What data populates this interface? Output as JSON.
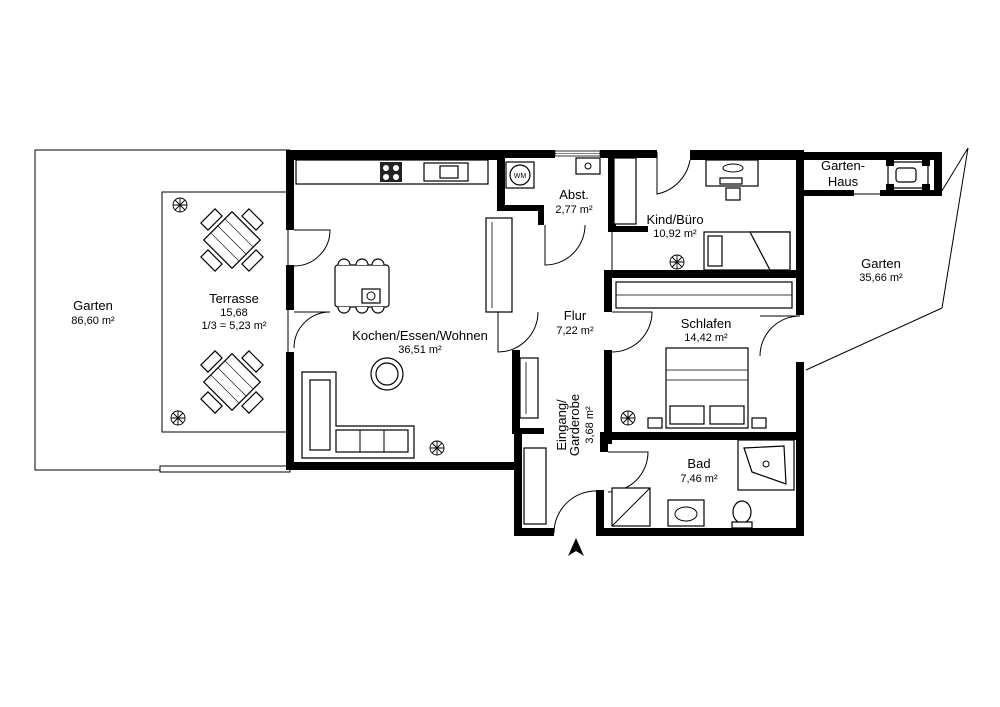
{
  "rooms": {
    "garten_links": {
      "name": "Garten",
      "area": "86,60 m²"
    },
    "terrasse": {
      "name": "Terrasse",
      "area": "15,68",
      "area_share": "1/3 = 5,23 m²"
    },
    "kochen": {
      "name": "Kochen/Essen/Wohnen",
      "area": "36,51 m²"
    },
    "abst": {
      "name": "Abst.",
      "area": "2,77 m²"
    },
    "flur": {
      "name": "Flur",
      "area": "7,22 m²"
    },
    "eingang": {
      "name_line1": "Eingang/",
      "name_line2": "Garderobe",
      "area": "3,68 m²"
    },
    "kind": {
      "name": "Kind/Büro",
      "area": "10,92 m²"
    },
    "schlafen": {
      "name": "Schlafen",
      "area": "14,42 m²"
    },
    "bad": {
      "name": "Bad",
      "area": "7,46 m²"
    },
    "gartenhaus": {
      "name_line1": "Garten-",
      "name_line2": "Haus"
    },
    "garten_rechts": {
      "name": "Garten",
      "area": "35,66 m²"
    }
  },
  "fixtures": {
    "washing_machine": "WM"
  },
  "icons": [
    "plant-icon",
    "north-arrow-icon",
    "sink-icon",
    "stove-icon",
    "toilet-icon",
    "bathtub-icon",
    "shower-icon",
    "bed-icon",
    "sofa-icon",
    "table-icon",
    "desk-icon",
    "lawnmower-icon"
  ]
}
